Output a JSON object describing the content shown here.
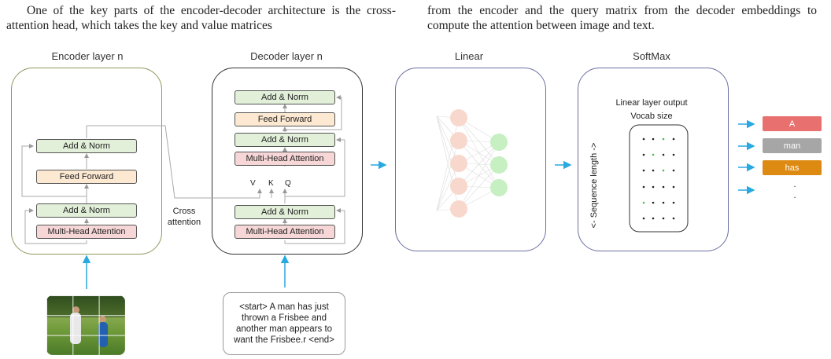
{
  "paragraph": {
    "left": "One of the key parts of the encoder-decoder architecture is the cross-attention head, which takes the key and value matrices",
    "right": "from the encoder and the query matrix from the decoder embeddings to compute the attention between image and text."
  },
  "headers": {
    "encoder": "Encoder layer n",
    "decoder": "Decoder layer n",
    "linear": "Linear",
    "softmax": "SoftMax"
  },
  "encoder": {
    "add_norm_top": "Add & Norm",
    "feed_forward": "Feed Forward",
    "add_norm_bottom": "Add & Norm",
    "mha": "Multi-Head Attention"
  },
  "decoder": {
    "add_norm_1": "Add & Norm",
    "feed_forward": "Feed Forward",
    "add_norm_2": "Add & Norm",
    "mha_cross": "Multi-Head Attention",
    "v": "V",
    "k": "K",
    "q": "Q",
    "add_norm_3": "Add & Norm",
    "mha_self": "Multi-Head Attention"
  },
  "cross_attention": "Cross\nattention",
  "input_text": "<start> A man has just thrown a Frisbee and another man appears to want the Frisbee.r <end>",
  "softmax_panel": {
    "title": "Linear layer output",
    "subtitle": "Vocab size",
    "ylabel": "<- Sequence length ->"
  },
  "outputs": [
    {
      "label": "A",
      "color": "#e8706e"
    },
    {
      "label": "man",
      "color": "#a6a6a6"
    },
    {
      "label": "has",
      "color": "#dd8a12"
    }
  ],
  "ellipsis": ".\n.",
  "colors": {
    "arrow": "#29a9e1",
    "add_norm": "#e2efd9",
    "feed_forward": "#fde9d2",
    "mha": "#f6d6d6",
    "neuron_hidden": "#f8d8cc",
    "neuron_out": "#c6efc2"
  }
}
